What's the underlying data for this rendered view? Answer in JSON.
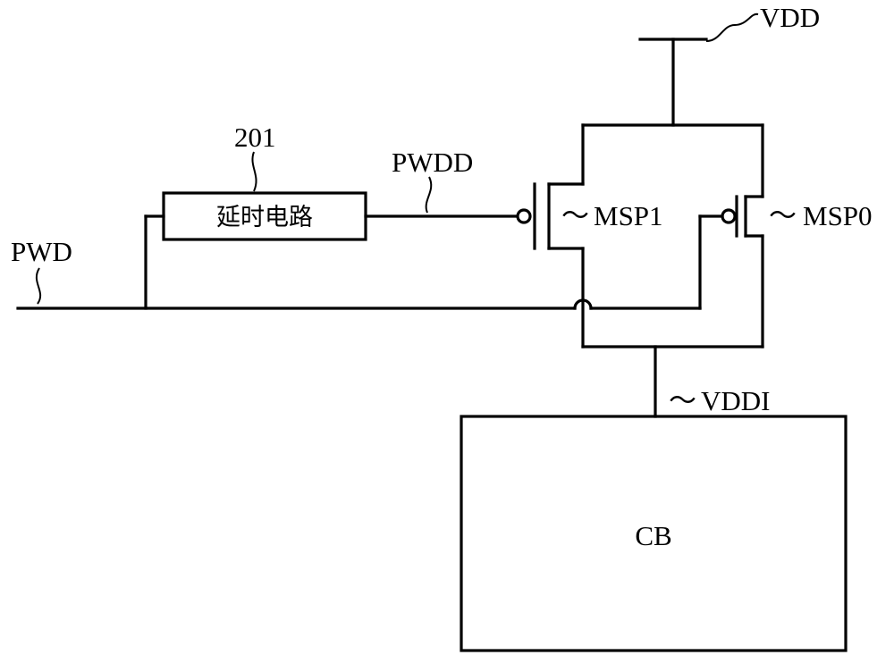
{
  "diagram": {
    "labels": {
      "vdd": "VDD",
      "ref_201": "201",
      "pwdd": "PWDD",
      "pwd": "PWD",
      "delay_circuit": "延时电路",
      "msp1": "MSP1",
      "msp0": "MSP0",
      "vddi": "VDDI",
      "cb": "CB"
    },
    "tilde": "～"
  }
}
